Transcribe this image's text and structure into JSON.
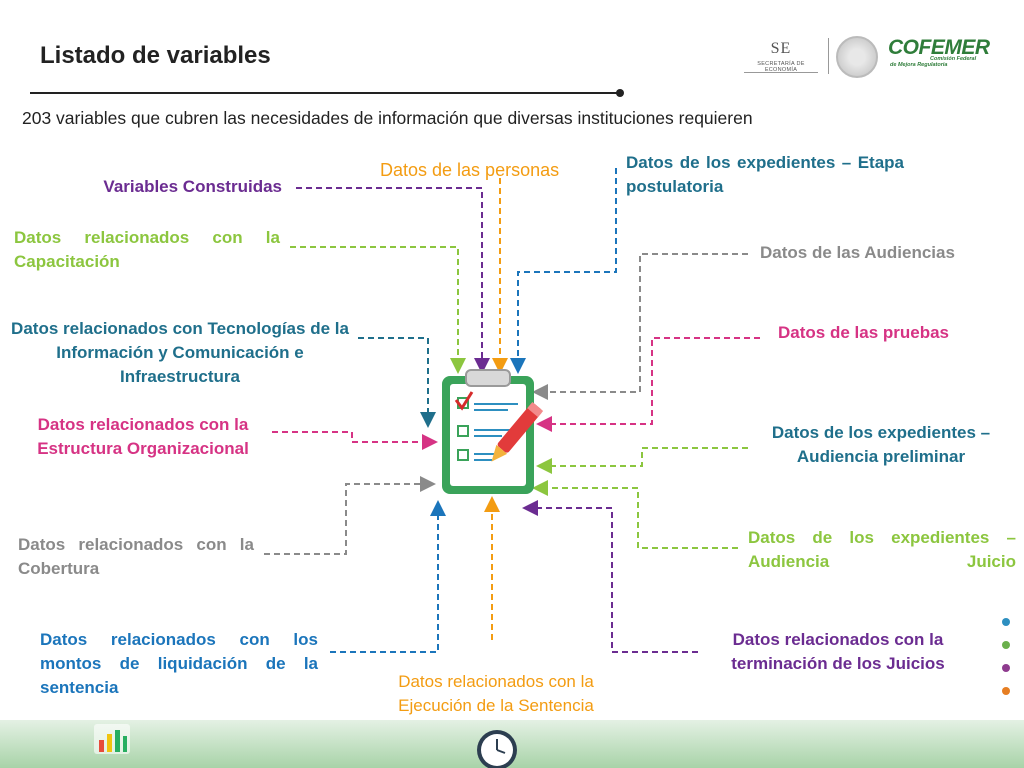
{
  "header": {
    "title": "Listado de variables",
    "subtitle": "203  variables que cubren las necesidades de información que diversas instituciones requieren"
  },
  "logos": {
    "se_text": "SE",
    "se_caption": "SECRETARÍA DE ECONOMÍA",
    "cofemer_text": "COFEMER",
    "cofemer_line1": "Comisión Federal",
    "cofemer_line2": "de Mejora Regulatoria"
  },
  "labels": {
    "variables_construidas": "Variables Construidas",
    "capacitacion": "Datos relacionados con la Capacitación",
    "tic": "Datos relacionados con Tecnologías de la Información y Comunicación e Infraestructura",
    "estructura": "Datos relacionados con la Estructura Organizacional",
    "cobertura": "Datos relacionados con la Cobertura",
    "montos": "Datos relacionados con los montos de liquidación de la sentencia",
    "personas": "Datos de las personas",
    "ejecucion": "Datos relacionados con la Ejecución de la Sentencia",
    "etapa_postulatoria": "Datos de los expedientes – Etapa postulatoria",
    "audiencias": "Datos de las Audiencias",
    "pruebas": "Datos de las pruebas",
    "audiencia_preliminar": "Datos de los expedientes – Audiencia preliminar",
    "audiencia_juicio": "Datos de los expedientes – Audiencia  Juicio",
    "terminacion": "Datos relacionados con la terminación de los Juicios"
  },
  "colors": {
    "purple": "#6b2c91",
    "green": "#8cc63f",
    "teal": "#1f6f8b",
    "pink": "#d63384",
    "gray": "#8a8a8a",
    "blue": "#1b75bb",
    "orange": "#f39c12",
    "clipboard_green": "#3aa35a"
  },
  "icons": {
    "center": "clipboard-checklist-with-pen-icon",
    "bottom_left": "bar-chart-icon",
    "bottom_center": "clock-icon"
  }
}
